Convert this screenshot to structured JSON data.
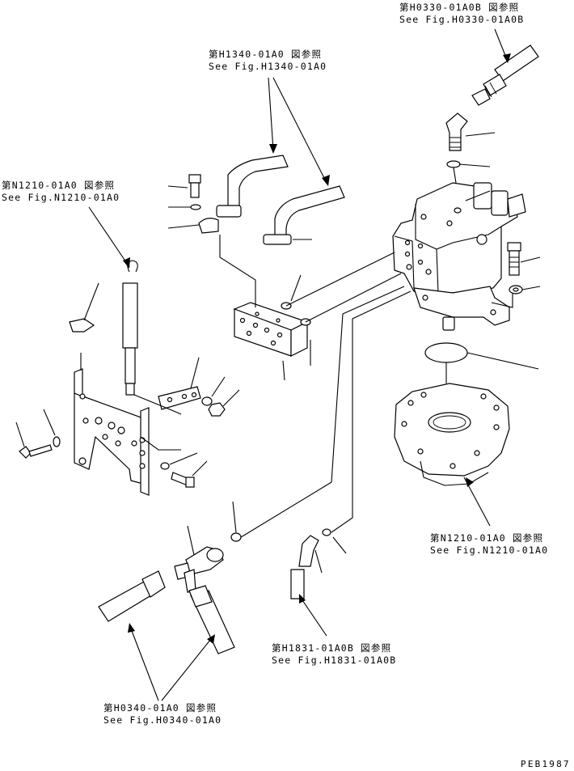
{
  "references": [
    {
      "id": "h0330",
      "jp": "第H0330-01A0B 図参照",
      "en": "See Fig.H0330-01A0B"
    },
    {
      "id": "h1340",
      "jp": "第H1340-01A0 図参照",
      "en": "See Fig.H1340-01A0"
    },
    {
      "id": "n1210-left",
      "jp": "第N1210-01A0 図参照",
      "en": "See Fig.N1210-01A0"
    },
    {
      "id": "n1210-right",
      "jp": "第N1210-01A0 図参照",
      "en": "See Fig.N1210-01A0"
    },
    {
      "id": "h1831",
      "jp": "第H1831-01A0B 図参照",
      "en": "See Fig.H1831-01A0B"
    },
    {
      "id": "h0340",
      "jp": "第H0340-01A0 図参照",
      "en": "See Fig.H0340-01A0"
    }
  ],
  "drawing_code": "PEB1987"
}
